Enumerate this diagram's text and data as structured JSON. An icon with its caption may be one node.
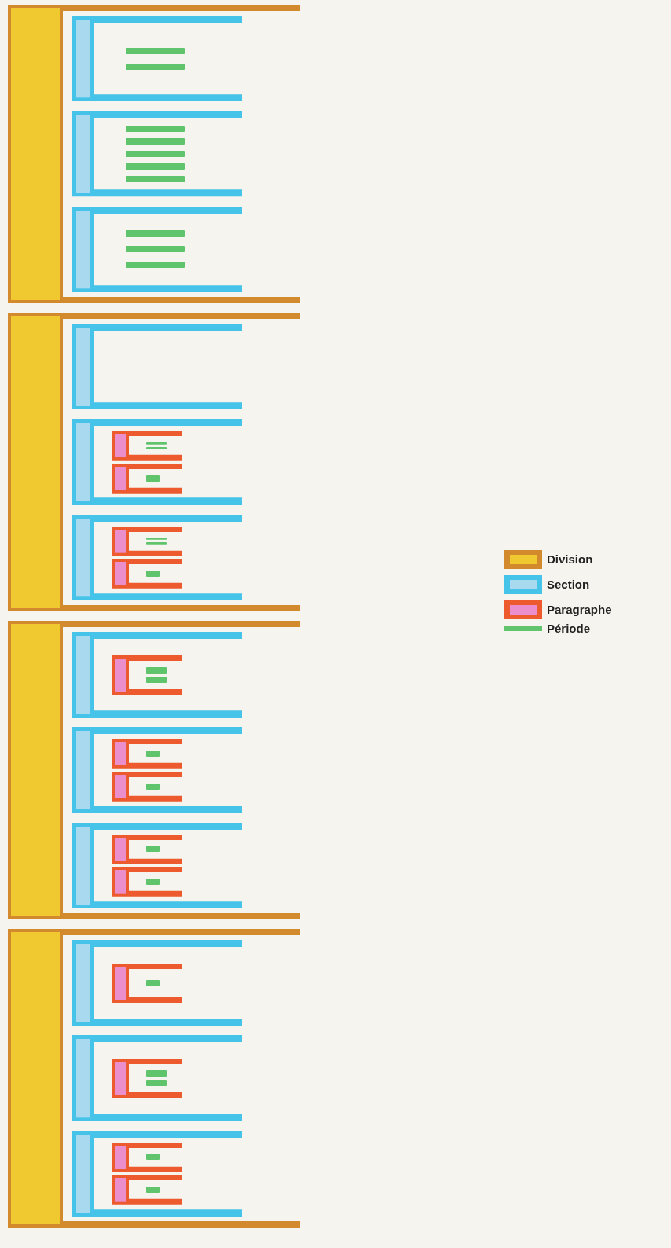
{
  "diagram": {
    "nodes": [
      {
        "text": [],
        "shape": "box"
      },
      {
        "text": [],
        "shape": "box",
        "in": 0
      },
      {
        "text": [],
        "shape": "bar",
        "in": 1
      },
      {
        "text": [],
        "shape": "bar",
        "in": 1
      },
      {
        "text": [],
        "shape": "box",
        "in": 0
      },
      {
        "text": [],
        "shape": "bar",
        "in": 4
      },
      {
        "text": [],
        "shape": "bar",
        "in": 4
      },
      {
        "text": [],
        "shape": "bar",
        "in": 4
      },
      {
        "text": [],
        "shape": "bar",
        "in": 4
      },
      {
        "text": [],
        "shape": "bar",
        "in": 4
      },
      {
        "text": [],
        "shape": "box",
        "in": 0
      },
      {
        "text": [],
        "shape": "bar",
        "in": 10
      },
      {
        "text": [],
        "shape": "bar",
        "in": 10
      },
      {
        "text": [],
        "shape": "bar",
        "in": 10
      },
      {
        "text": [],
        "shape": "box"
      },
      {
        "text": [],
        "shape": "box",
        "in": 14
      },
      {
        "text": [],
        "shape": "box",
        "in": 14
      },
      {
        "text": [],
        "shape": "box",
        "in": 16
      },
      {
        "text": [],
        "shape": "bar",
        "in": 17
      },
      {
        "text": [],
        "shape": "bar",
        "in": 17
      },
      {
        "text": [],
        "shape": "box",
        "in": 16
      },
      {
        "text": [],
        "shape": "bar",
        "in": 20
      },
      {
        "text": [],
        "shape": "box",
        "in": 14
      },
      {
        "text": [],
        "shape": "box",
        "in": 22
      },
      {
        "text": [],
        "shape": "bar",
        "in": 23
      },
      {
        "text": [],
        "shape": "bar",
        "in": 23
      },
      {
        "text": [],
        "shape": "box",
        "in": 22
      },
      {
        "text": [],
        "shape": "bar",
        "in": 26
      },
      {
        "text": [],
        "shape": "box"
      },
      {
        "text": [],
        "shape": "box",
        "in": 28
      },
      {
        "text": [],
        "shape": "box",
        "in": 29
      },
      {
        "text": [],
        "shape": "bar",
        "in": 30
      },
      {
        "text": [],
        "shape": "bar",
        "in": 30
      },
      {
        "text": [],
        "shape": "box",
        "in": 28
      },
      {
        "text": [],
        "shape": "box",
        "in": 33
      },
      {
        "text": [],
        "shape": "bar",
        "in": 34
      },
      {
        "text": [],
        "shape": "box",
        "in": 33
      },
      {
        "text": [],
        "shape": "bar",
        "in": 36
      },
      {
        "text": [],
        "shape": "box",
        "in": 28
      },
      {
        "text": [],
        "shape": "box",
        "in": 38
      },
      {
        "text": [],
        "shape": "bar",
        "in": 39
      },
      {
        "text": [],
        "shape": "box",
        "in": 38
      },
      {
        "text": [],
        "shape": "bar",
        "in": 41
      },
      {
        "text": [],
        "shape": "box"
      },
      {
        "text": [],
        "shape": "box",
        "in": 43
      },
      {
        "text": [],
        "shape": "box",
        "in": 44
      },
      {
        "text": [],
        "shape": "bar",
        "in": 45
      },
      {
        "text": [],
        "shape": "box",
        "in": 43
      },
      {
        "text": [],
        "shape": "box",
        "in": 47
      },
      {
        "text": [],
        "shape": "bar",
        "in": 48
      },
      {
        "text": [],
        "shape": "bar",
        "in": 48
      },
      {
        "text": [],
        "shape": "box",
        "in": 43
      },
      {
        "text": [],
        "shape": "box",
        "in": 51
      },
      {
        "text": [],
        "shape": "bar",
        "in": 52
      },
      {
        "text": [],
        "shape": "box",
        "in": 51
      },
      {
        "text": [],
        "shape": "bar",
        "in": 54
      }
    ],
    "legend": [
      {
        "text": "Division"
      },
      {
        "text": "Section"
      },
      {
        "text": "Paragraphe"
      },
      {
        "text": "Période"
      }
    ]
  }
}
